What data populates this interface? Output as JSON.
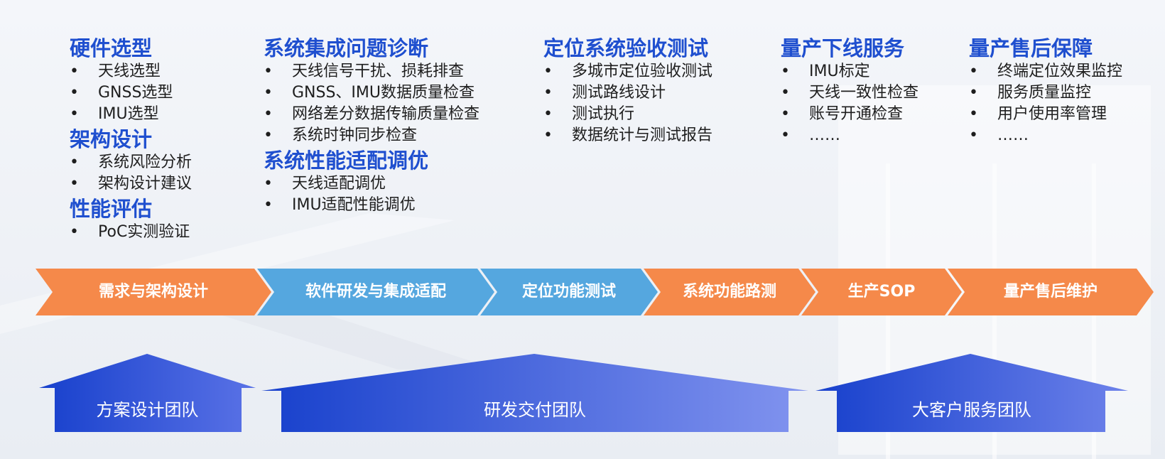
{
  "columns": [
    {
      "sections": [
        {
          "title": "硬件选型",
          "items": [
            "天线选型",
            "GNSS选型",
            "IMU选型"
          ]
        },
        {
          "title": "架构设计",
          "items": [
            "系统风险分析",
            "架构设计建议"
          ]
        },
        {
          "title": "性能评估",
          "items": [
            "PoC实测验证"
          ]
        }
      ]
    },
    {
      "sections": [
        {
          "title": "系统集成问题诊断",
          "items": [
            "天线信号干扰、损耗排查",
            "GNSS、IMU数据质量检查",
            "网络差分数据传输质量检查",
            "系统时钟同步检查"
          ]
        },
        {
          "title": "系统性能适配调优",
          "items": [
            "天线适配调优",
            "IMU适配性能调优"
          ]
        }
      ]
    },
    {
      "sections": [
        {
          "title": "定位系统验收测试",
          "items": [
            "多城市定位验收测试",
            "测试路线设计",
            "测试执行",
            "数据统计与测试报告"
          ]
        }
      ]
    },
    {
      "sections": [
        {
          "title": "量产下线服务",
          "items": [
            "IMU标定",
            "天线一致性检查",
            "账号开通检查",
            "……"
          ]
        }
      ]
    },
    {
      "sections": [
        {
          "title": "量产售后保障",
          "items": [
            "终端定位效果监控",
            "服务质量监控",
            "用户使用率管理",
            "……"
          ]
        }
      ]
    }
  ],
  "stages": [
    {
      "label": "需求与架构设计",
      "color": "#f5894a"
    },
    {
      "label": "软件研发与集成适配",
      "color": "#55a7df"
    },
    {
      "label": "定位功能测试",
      "color": "#55a7df"
    },
    {
      "label": "系统功能路测",
      "color": "#f5894a"
    },
    {
      "label": "生产SOP",
      "color": "#f5894a"
    },
    {
      "label": "量产售后维护",
      "color": "#f5894a"
    }
  ],
  "teams": [
    {
      "label": "方案设计团队"
    },
    {
      "label": "研发交付团队"
    },
    {
      "label": "大客户服务团队"
    }
  ],
  "colors": {
    "title_blue": "#1f4fcf",
    "team_blue_start": "#1740cc",
    "team_blue_end": "#7e90ee"
  }
}
